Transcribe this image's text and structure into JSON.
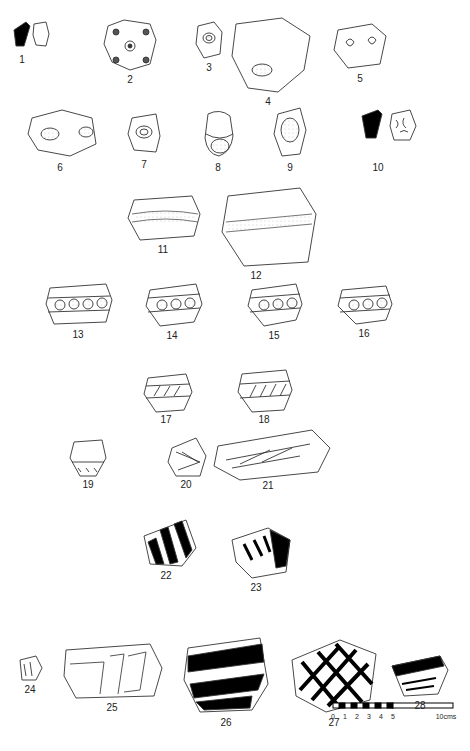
{
  "diagram": {
    "labels": [
      "1",
      "2",
      "3",
      "4",
      "5",
      "6",
      "7",
      "8",
      "9",
      "10",
      "11",
      "12",
      "13",
      "14",
      "15",
      "16",
      "17",
      "18",
      "19",
      "20",
      "21",
      "22",
      "23",
      "24",
      "25",
      "26",
      "27",
      "28",
      "0",
      "1",
      "2",
      "3",
      "4",
      "5",
      "10cms"
    ]
  }
}
